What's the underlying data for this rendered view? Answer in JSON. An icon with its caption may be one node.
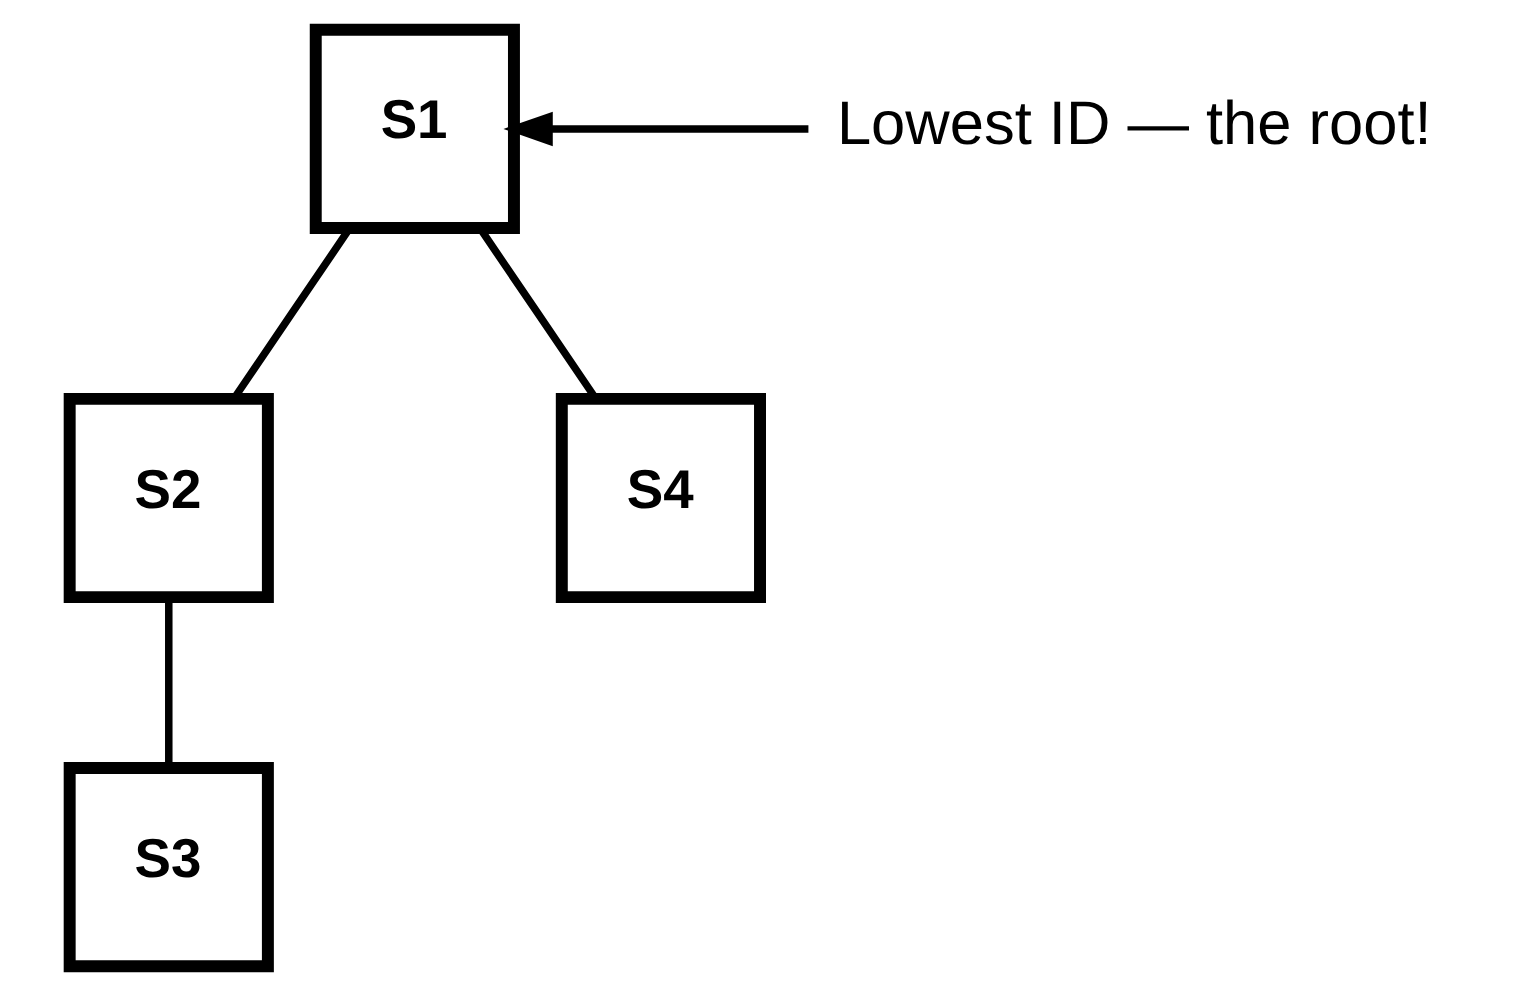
{
  "diagram": {
    "nodes": [
      {
        "text": [
          "S1"
        ]
      },
      {
        "text": [
          "S2"
        ]
      },
      {
        "text": [
          "S3"
        ]
      },
      {
        "text": [
          "S4"
        ]
      },
      {
        "text": [
          "Lowest ID — the root!"
        ]
      }
    ],
    "edges": [
      {
        "from": 0,
        "to": 1,
        "arrow": "none"
      },
      {
        "from": 0,
        "to": 3,
        "arrow": "none"
      },
      {
        "from": 1,
        "to": 2,
        "arrow": "none"
      },
      {
        "from": 4,
        "to": 0,
        "arrow": "to"
      }
    ]
  }
}
